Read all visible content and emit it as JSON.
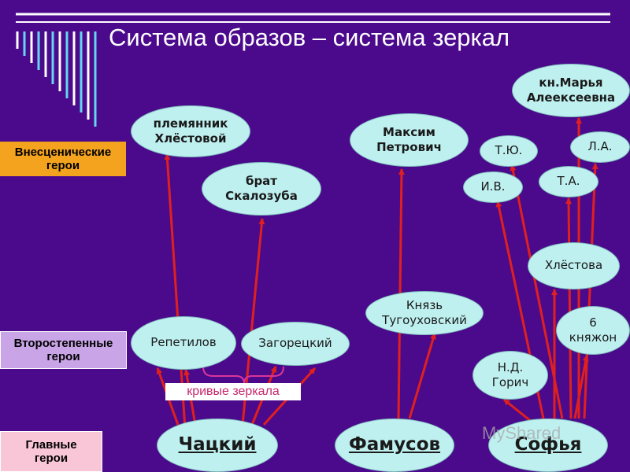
{
  "title": "Система образов – система зеркал",
  "levels": {
    "offstage": "Внесценические\nгерои",
    "secondary": "Второстепенные\nгерои",
    "main": "Главные\nгерои"
  },
  "nodes": {
    "nephew": "племянник\nХлёстовой",
    "brother": "брат\nСкалозуба",
    "maxim": "Максим\nПетрович",
    "marya": "кн.Марья\nАлеексеевна",
    "tyu": "Т.Ю.",
    "la": "Л.А.",
    "iv": "И.В.",
    "ta": "Т.А.",
    "khlestova": "Хлёстова",
    "prince": "Князь\nТугоуховский",
    "six": "6\nкняжон",
    "repetilov": "Репетилов",
    "zagoretsky": "Загорецкий",
    "gorich": "Н.Д.\nГорич",
    "chatsky": "Чацкий",
    "famusov": "Фамусов",
    "sofya": "Софья"
  },
  "note": "кривые зеркала",
  "watermark": "MyShared",
  "colors": {
    "background": "#4b0a8c",
    "node_fill": "#bff0f0",
    "arrow": "#e0201e",
    "bracket": "#d9359a"
  }
}
